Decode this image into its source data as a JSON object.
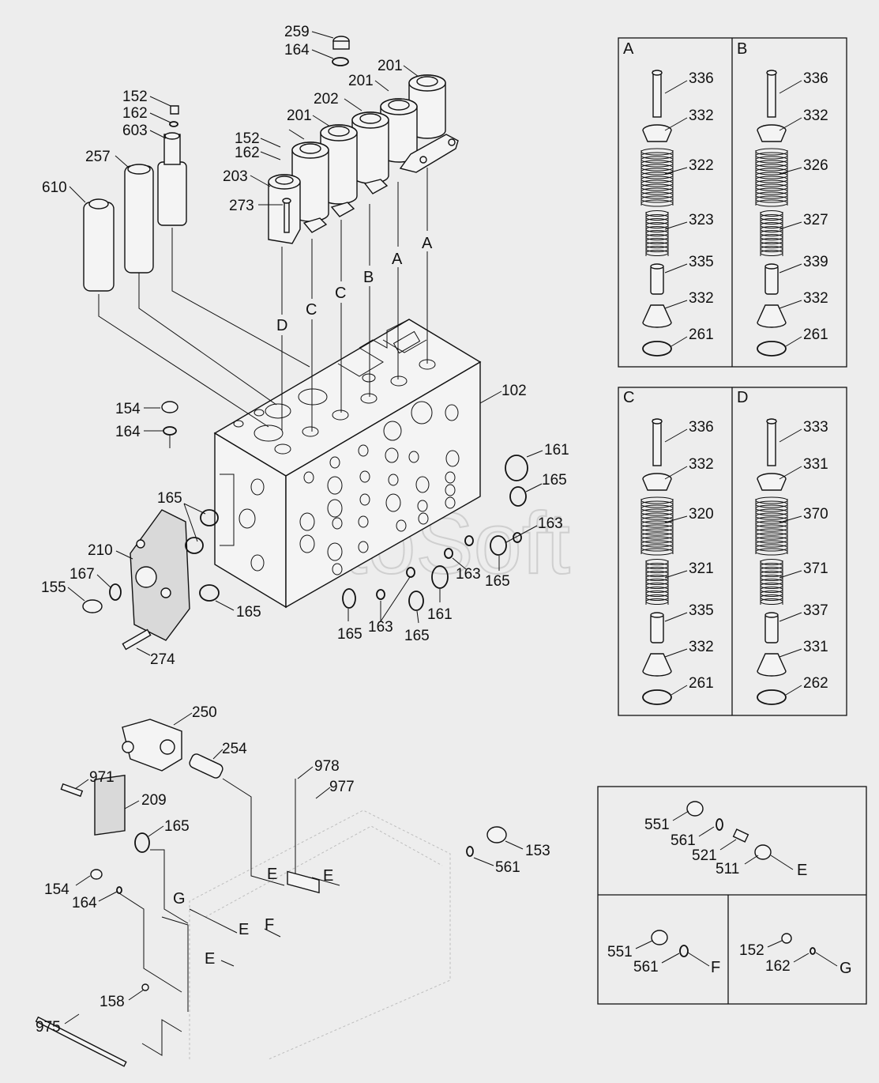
{
  "watermark": "AutoSoft",
  "boxes": {
    "A": "A",
    "B": "B",
    "C": "C",
    "D": "D"
  },
  "box_items": {
    "A": [
      "336",
      "332",
      "322",
      "323",
      "335",
      "332",
      "261"
    ],
    "B": [
      "336",
      "332",
      "326",
      "327",
      "339",
      "332",
      "261"
    ],
    "C": [
      "336",
      "332",
      "320",
      "321",
      "335",
      "332",
      "261"
    ],
    "D": [
      "333",
      "331",
      "370",
      "371",
      "337",
      "331",
      "262"
    ]
  },
  "main_labels": {
    "259": "259",
    "164a": "164",
    "201a": "201",
    "201b": "201",
    "202": "202",
    "201c": "201",
    "152a": "152",
    "162a": "162",
    "603": "603",
    "152b": "152",
    "162b": "162",
    "257": "257",
    "610": "610",
    "203": "203",
    "273": "273",
    "D1": "D",
    "C1": "C",
    "C2": "C",
    "B1": "B",
    "A1": "A",
    "A2": "A",
    "102": "102",
    "154a": "154",
    "164b": "164",
    "161a": "161",
    "165a": "165",
    "163a": "163",
    "165b": "165",
    "163b": "163",
    "165c": "165",
    "161b": "161",
    "165d": "165",
    "163c": "163",
    "165e": "165",
    "165f": "165",
    "210": "210",
    "167": "167",
    "155": "155",
    "274": "274"
  },
  "lower_labels": {
    "250": "250",
    "254": "254",
    "971": "971",
    "209": "209",
    "978": "978",
    "977": "977",
    "165": "165",
    "153": "153",
    "561": "561",
    "154": "154",
    "164": "164",
    "E1": "E",
    "E2": "E",
    "G": "G",
    "E3": "E",
    "F": "F",
    "E4": "E",
    "158": "158",
    "975": "975"
  },
  "detail_labels": {
    "551a": "551",
    "561a": "561",
    "521": "521",
    "511": "511",
    "Ea": "E",
    "551b": "551",
    "561b": "561",
    "Fb": "F",
    "152": "152",
    "162": "162",
    "Gc": "G"
  }
}
